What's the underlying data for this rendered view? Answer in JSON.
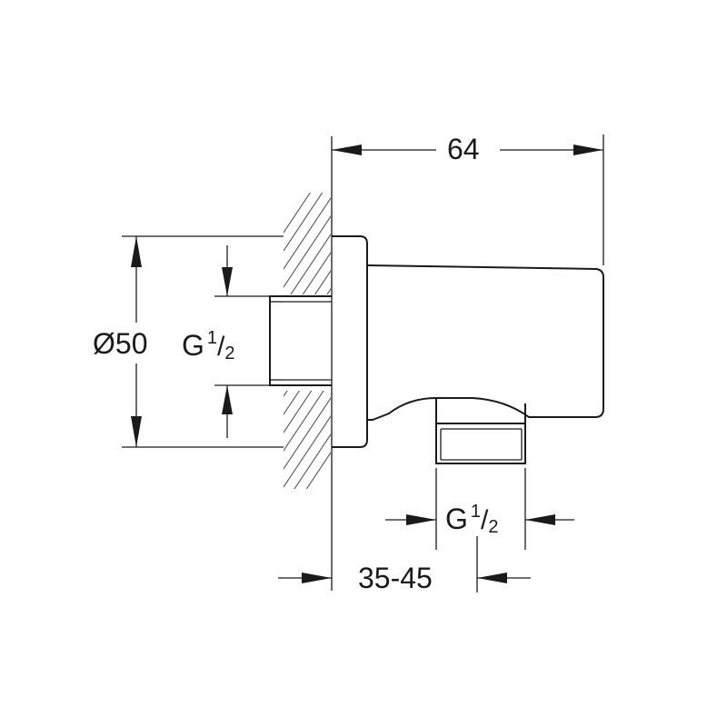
{
  "dimensions": {
    "overall_depth": "64",
    "diameter": "Ø50",
    "inlet_thread": {
      "prefix": "G",
      "numerator": "1",
      "slash": "/",
      "denominator": "2"
    },
    "outlet_thread": {
      "prefix": "G",
      "numerator": "1",
      "slash": "/",
      "denominator": "2"
    },
    "outlet_distance": "35-45"
  },
  "colors": {
    "line": "#1a1a1a",
    "hatch": "#555555",
    "background": "#ffffff"
  }
}
